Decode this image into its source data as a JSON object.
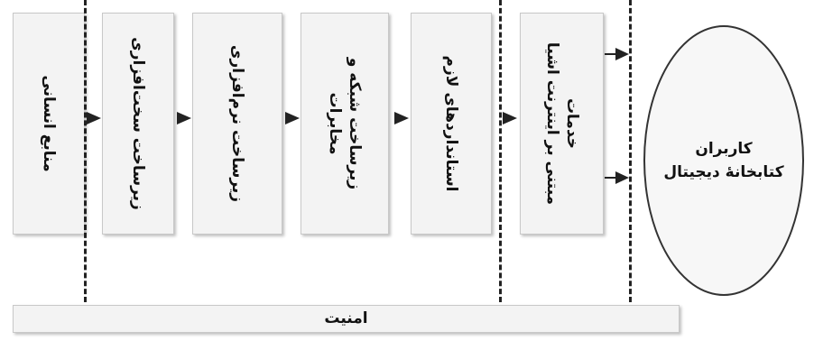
{
  "boxes": [
    {
      "label": "منابع انسانی"
    },
    {
      "label": "زیرساخت سخت‌افزاری"
    },
    {
      "label": "زیرساخت نرم‌افزاری"
    },
    {
      "label": "زیرساخت شبکه و\nمخابرات"
    },
    {
      "label": "استانداردهای لازم"
    },
    {
      "label": "خدمات\nمبتنی بر اینترنت اشیا"
    }
  ],
  "users": {
    "label": "کاربران\nکتابخانهٔ دیجیتال"
  },
  "security": {
    "label": "امنیت"
  }
}
